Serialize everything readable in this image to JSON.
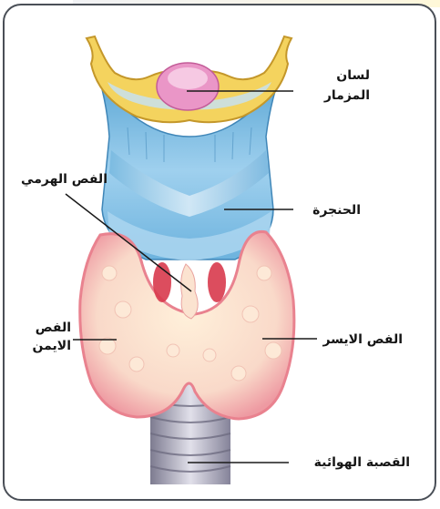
{
  "labels": {
    "epiglottis": "لسان\nالمزمار",
    "pyramidal_lobe": "الفص الهرمي",
    "larynx": "الحنجرة",
    "right_lobe": "الفص\nالايمن",
    "left_lobe": "الفص الايسر",
    "trachea": "القصبة الهوائية"
  },
  "colors": {
    "cartilage": "#f3d35a",
    "larynx_blue": "#8fc6e6",
    "thyroid": "#f7d7c9",
    "thyroid_edge": "#e9828f",
    "trachea": "#b9b7c7",
    "epiglottis": "#e994c5",
    "leader": "#1a1a1a"
  }
}
